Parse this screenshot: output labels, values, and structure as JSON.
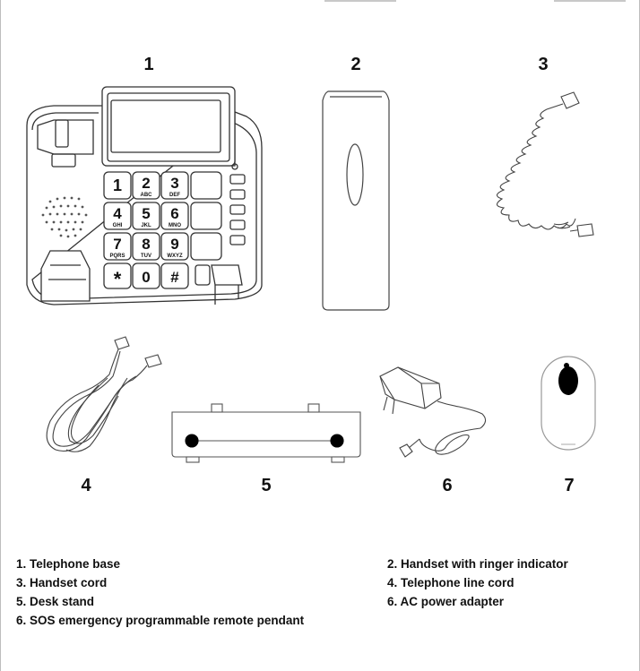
{
  "figure_numbers": [
    "1",
    "2",
    "3",
    "4",
    "5",
    "6",
    "7"
  ],
  "keypad": {
    "keys": [
      {
        "digit": "1",
        "letters": ""
      },
      {
        "digit": "2",
        "letters": "ABC"
      },
      {
        "digit": "3",
        "letters": "DEF"
      },
      {
        "digit": "4",
        "letters": "GHI"
      },
      {
        "digit": "5",
        "letters": "JKL"
      },
      {
        "digit": "6",
        "letters": "MNO"
      },
      {
        "digit": "7",
        "letters": "PQRS"
      },
      {
        "digit": "8",
        "letters": "TUV"
      },
      {
        "digit": "9",
        "letters": "WXYZ"
      },
      {
        "digit": "*",
        "letters": ""
      },
      {
        "digit": "0",
        "letters": ""
      },
      {
        "digit": "#",
        "letters": ""
      }
    ]
  },
  "captions": {
    "c1": "1. Telephone base",
    "c2": "2. Handset with ringer indicator",
    "c3": "3. Handset cord",
    "c4": "4. Telephone line cord",
    "c5": "5. Desk stand",
    "c6": "6. AC power adapter",
    "c7": "6. SOS emergency programmable remote pendant"
  }
}
